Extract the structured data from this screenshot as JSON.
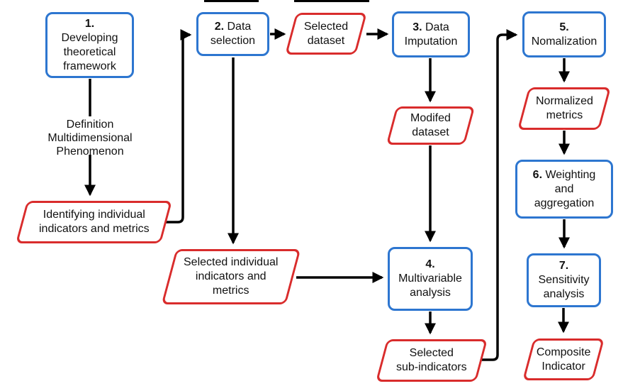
{
  "colors": {
    "blue": "#2d76d0",
    "red": "#d92c2c",
    "ink": "#000000",
    "text": "#111111"
  },
  "nodes": {
    "step1": {
      "number": "1.",
      "l1": "Developing",
      "l2": "theoretical",
      "l3": "framework"
    },
    "step2": {
      "number": "2.",
      "n_rest": "Data",
      "l1": "selection"
    },
    "step3": {
      "number": "3.",
      "n_rest": "Data",
      "l1": "Imputation"
    },
    "step4": {
      "number": "4.",
      "l1": "Multivariable",
      "l2": "analysis"
    },
    "step5": {
      "number": "5.",
      "l1": "Nomalization"
    },
    "step6": {
      "number": "6.",
      "n_rest": "Weighting",
      "l1": "and",
      "l2": "aggregation"
    },
    "step7": {
      "number": "7.",
      "l1": "Sensitivity",
      "l2": "analysis"
    },
    "d_identifying": {
      "l1": "Identifying individual",
      "l2": "indicators and metrics"
    },
    "d_selected_dataset": {
      "l1": "Selected",
      "l2": "dataset"
    },
    "d_modified_dataset": {
      "l1": "Modifed",
      "l2": "dataset"
    },
    "d_selected_individual": {
      "l1": "Selected individual",
      "l2": "indicators and",
      "l3": "metrics"
    },
    "d_selected_sub": {
      "l1": "Selected",
      "l2": "sub-indicators"
    },
    "d_normalized": {
      "l1": "Normalized",
      "l2": "metrics"
    },
    "d_composite": {
      "l1": "Composite",
      "l2": "Indicator"
    }
  },
  "label_definition": {
    "l1": "Definition",
    "l2": "Multidimensional",
    "l3": "Phenomenon"
  }
}
